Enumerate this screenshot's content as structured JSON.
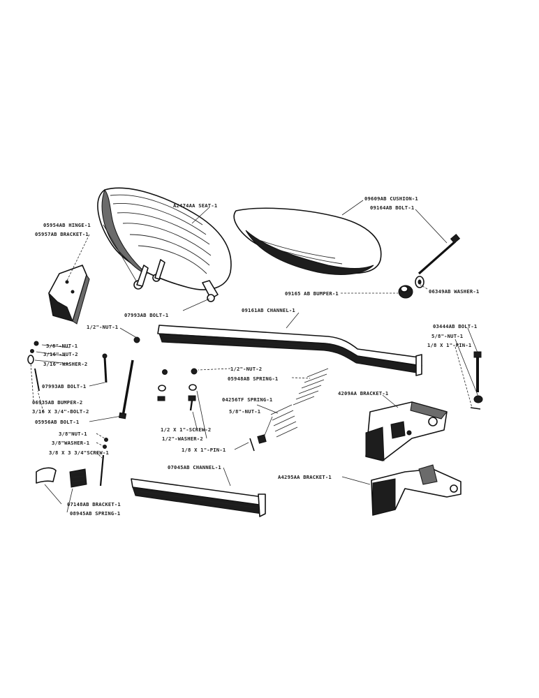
{
  "colors": {
    "ink": "#111111",
    "paper": "#ffffff"
  },
  "labels": {
    "seat": "A2474AA SEAT-1",
    "cushion": "09609AB CUSHION-1",
    "bolt_cushion": "09164AB BOLT-1",
    "hinge": "05954AB HINGE-1",
    "bracket_hinge": "05957AB BRACKET-1",
    "bolt_seat": "07993AB BOLT-1",
    "bumper": "09165 AB BUMPER-1",
    "washer_bumper": "06349AB WASHER-1",
    "channel_main": "09161AB CHANNEL-1",
    "bolt_right": "03444AB BOLT-1",
    "nut_right": "5/8\"-NUT-1",
    "pin_right": "1/8 X 1\"-PIN-1",
    "nut_half_1": "1/2\"-NUT-1",
    "nut_38": "3/8\"-NUT-1",
    "nut_316": "3/16\"-NUT-2",
    "washer_316": "3/16\"-WASHER-2",
    "bolt_left": "07993AB BOLT-1",
    "bumper2": "06935AB BUMPER-2",
    "bolt2": "3/16 X 3/4\"-BOLT-2",
    "bolt_long": "05956AB BOLT-1",
    "nut_half_2": "1/2\"-NUT-2",
    "spring_upper": "05948AB SPRING-1",
    "spring_lower": "04256TF SPRING-1",
    "nut_58": "5/8\"-NUT-1",
    "bracket_right": "4209AA BRACKET-1",
    "screw_half": "1/2 X 1\"-SCREW-2",
    "washer_half": "1/2\"-WASHER-2",
    "pin_mid": "1/8 X 1\"-PIN-1",
    "nut_38b": "3/8\"NUT-1",
    "washer_38": "3/8\"WASHER-1",
    "screw_38": "3/8 X 3 3/4\"SCREW-1",
    "channel_lower": "07045AB CHANNEL-1",
    "bracket_lower_right": "A4295AA BRACKET-1",
    "bracket_small": "07148AB BRACKET-1",
    "spring_small": "08945AB SPRING-1"
  }
}
